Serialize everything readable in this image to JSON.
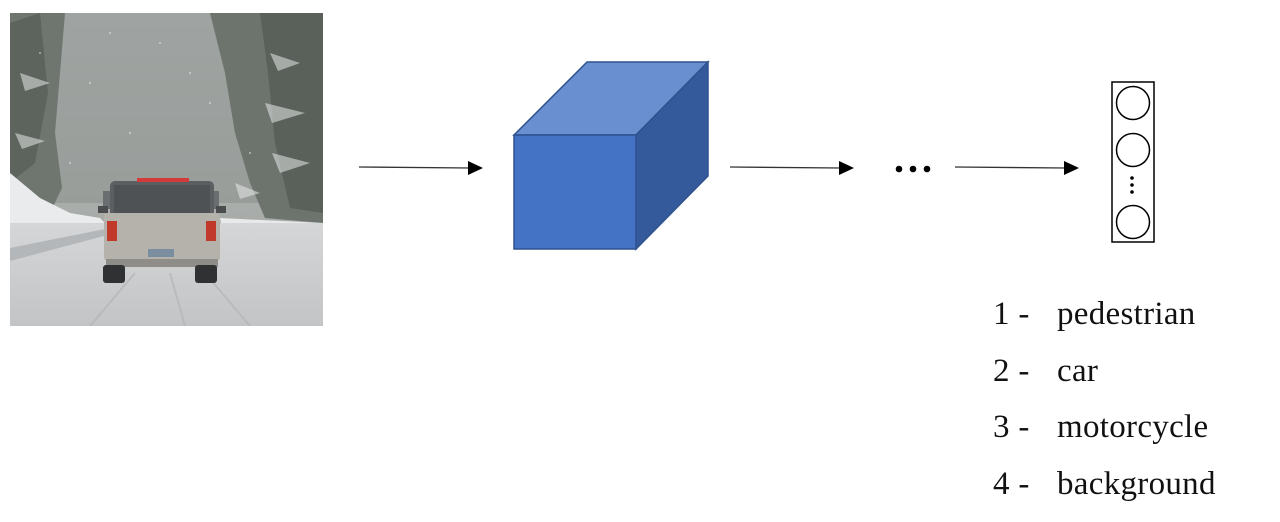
{
  "diagram": {
    "input_image": {
      "description": "Rear view of a silver SUV driving on a snowy road through a snow-covered pine forest",
      "subject": "car"
    },
    "network_block": {
      "shape": "cube",
      "colors": {
        "front": "#4472C4",
        "top": "#6A8FD0",
        "side": "#345A9B",
        "edge": "#2F528F"
      }
    },
    "ellipsis": "...",
    "output_vector": {
      "units": 3,
      "has_vertical_ellipsis": true
    },
    "classes": [
      {
        "num": "1 -",
        "label": "pedestrian"
      },
      {
        "num": "2 -",
        "label": "car"
      },
      {
        "num": "3 -",
        "label": "motorcycle"
      },
      {
        "num": "4 -",
        "label": "background"
      }
    ]
  }
}
